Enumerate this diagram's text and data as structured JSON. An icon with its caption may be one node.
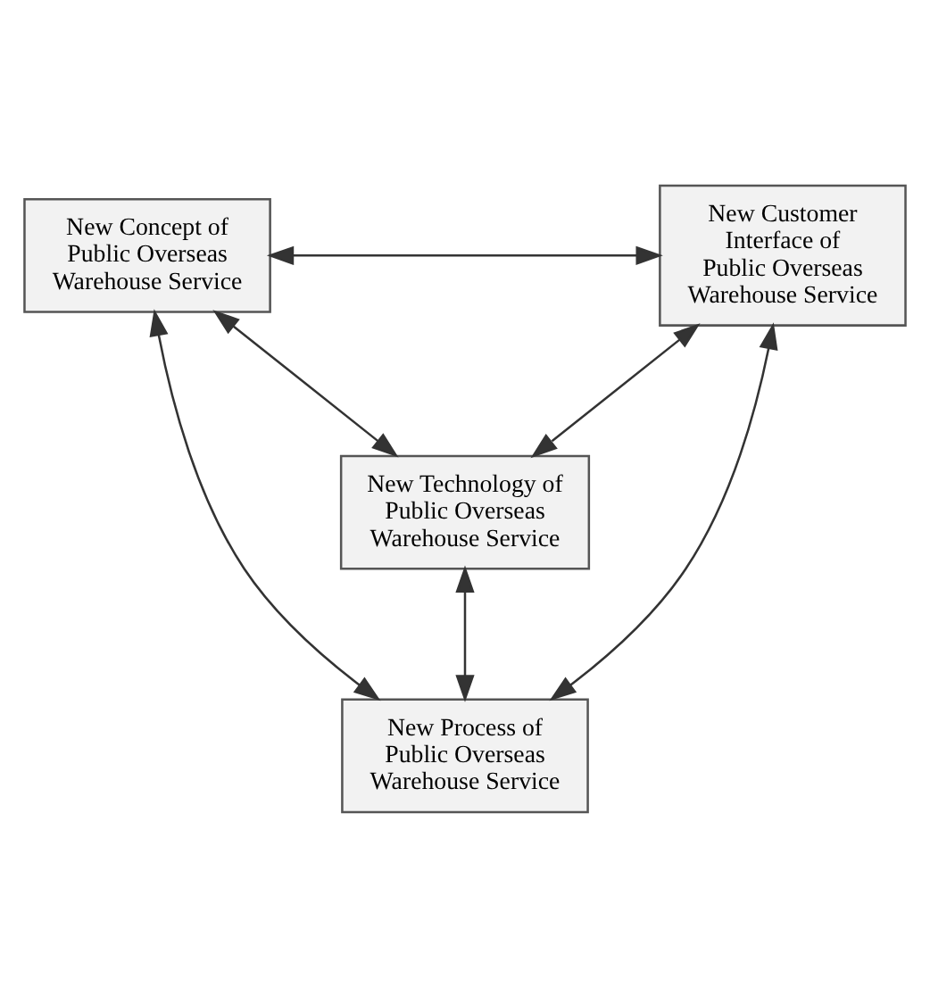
{
  "diagram": {
    "nodes": [
      {
        "text": [
          "New Concept of Public Overseas Warehouse Service"
        ]
      },
      {
        "text": [
          "New Customer Interface of Public Overseas Warehouse Service"
        ]
      },
      {
        "text": [
          "New Technology of Public Overseas Warehouse Service"
        ]
      },
      {
        "text": [
          "New Process of Public Overseas Warehouse Service"
        ]
      }
    ],
    "edges": [
      {
        "from": 0,
        "to": 1,
        "arrow": "both"
      },
      {
        "from": 0,
        "to": 2,
        "arrow": "both"
      },
      {
        "from": 0,
        "to": 3,
        "arrow": "both"
      },
      {
        "from": 1,
        "to": 2,
        "arrow": "both"
      },
      {
        "from": 1,
        "to": 3,
        "arrow": "both"
      },
      {
        "from": 2,
        "to": 3,
        "arrow": "both"
      }
    ]
  }
}
